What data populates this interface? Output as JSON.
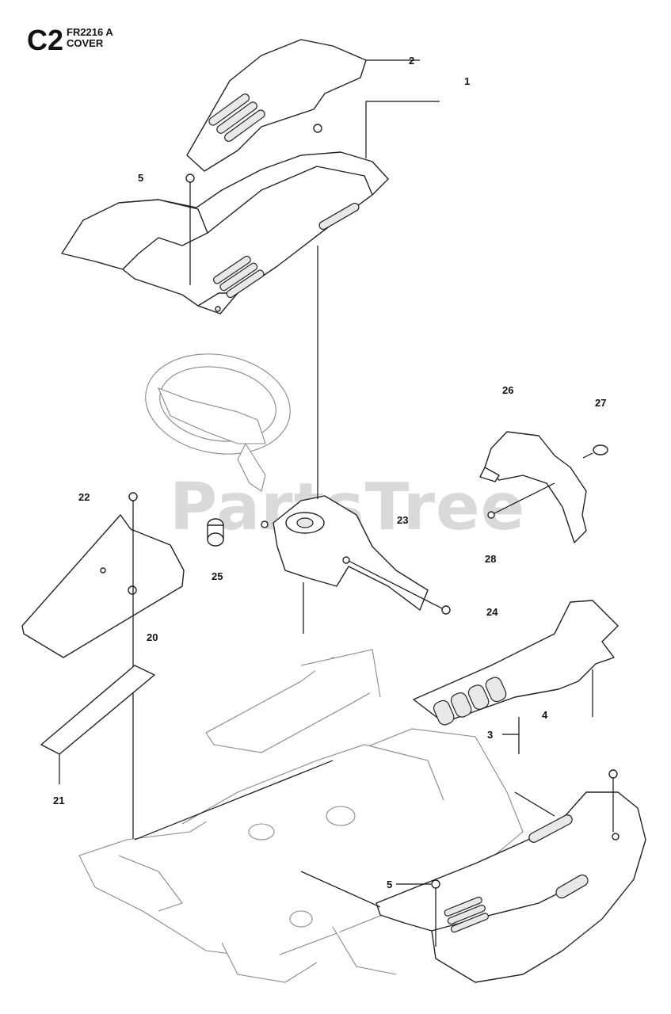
{
  "header": {
    "section_code": "C2",
    "model": "FR2216 A",
    "title": "COVER"
  },
  "watermark": "PartsTree",
  "callouts": [
    {
      "id": "c-2",
      "label": "2"
    },
    {
      "id": "c-1",
      "label": "1"
    },
    {
      "id": "c-5a",
      "label": "5"
    },
    {
      "id": "c-26",
      "label": "26"
    },
    {
      "id": "c-27",
      "label": "27"
    },
    {
      "id": "c-22",
      "label": "22"
    },
    {
      "id": "c-23",
      "label": "23"
    },
    {
      "id": "c-28",
      "label": "28"
    },
    {
      "id": "c-25",
      "label": "25"
    },
    {
      "id": "c-24",
      "label": "24"
    },
    {
      "id": "c-20",
      "label": "20"
    },
    {
      "id": "c-4",
      "label": "4"
    },
    {
      "id": "c-3",
      "label": "3"
    },
    {
      "id": "c-21",
      "label": "21"
    },
    {
      "id": "c-5b",
      "label": "5"
    }
  ]
}
